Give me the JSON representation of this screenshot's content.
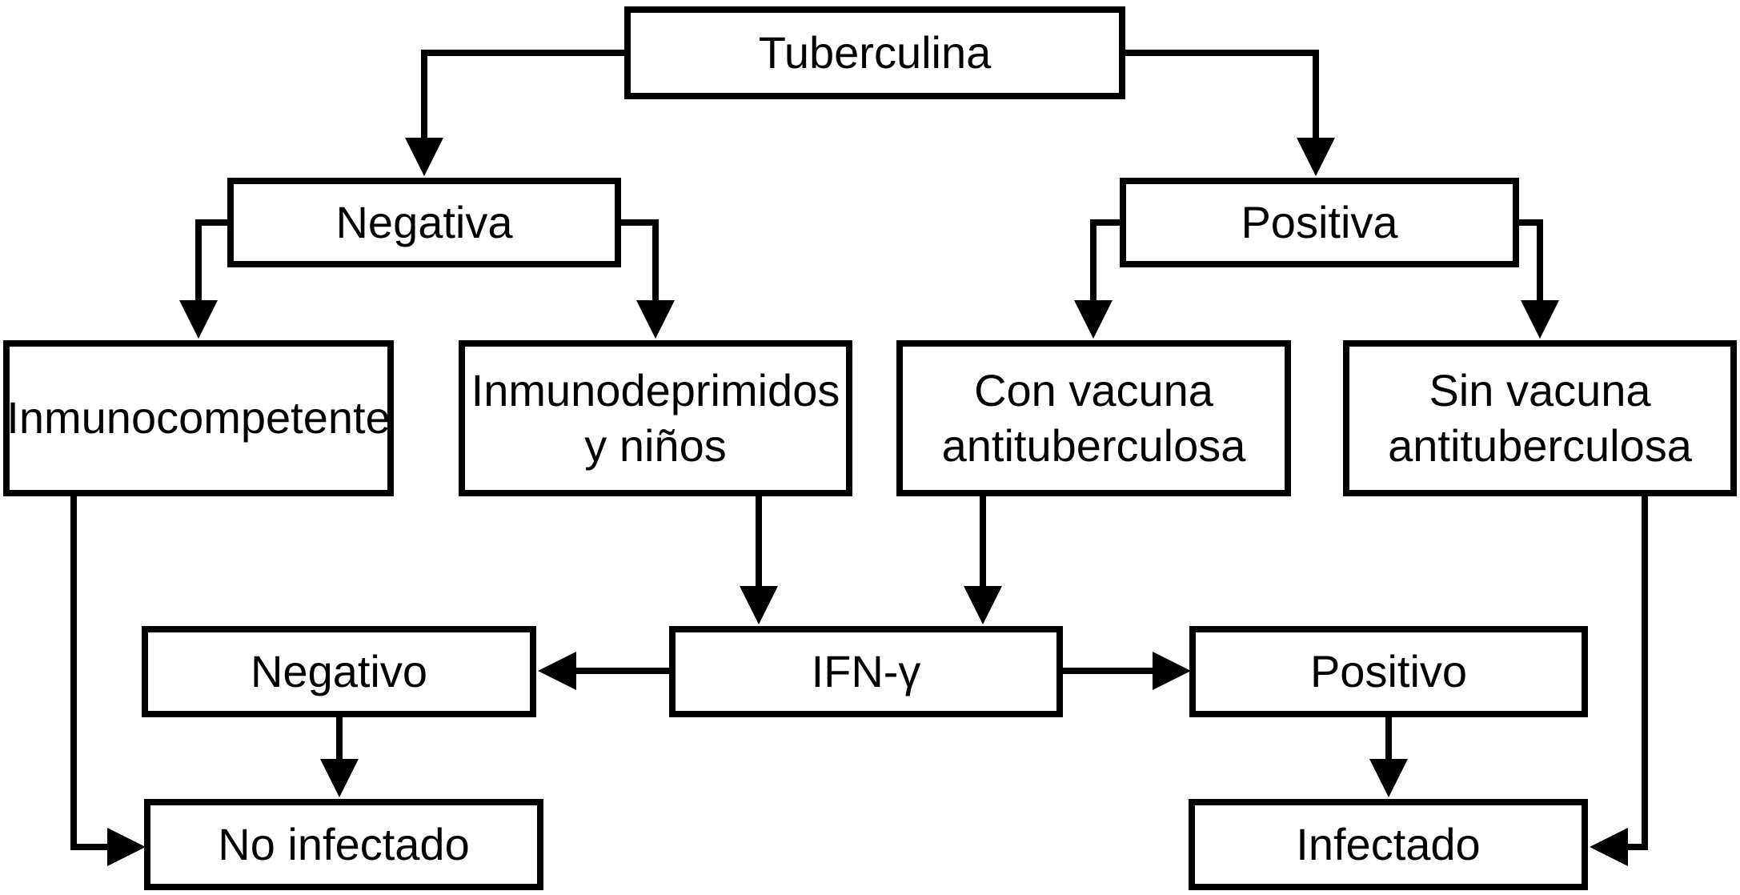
{
  "colors": {
    "ink": "#000000",
    "paper": "#ffffff"
  },
  "nodes": {
    "tuberculina": {
      "label": "Tuberculina"
    },
    "negativa": {
      "label": "Negativa"
    },
    "positiva": {
      "label": "Positiva"
    },
    "inmunocompetente": {
      "label": "Inmunocompetente"
    },
    "inmunodeprimidos": {
      "label": "Inmunodeprimidos y niños"
    },
    "con_vacuna": {
      "label": "Con vacuna antituberculosa"
    },
    "sin_vacuna": {
      "label": "Sin vacuna antituberculosa"
    },
    "ifn_gamma": {
      "label": "IFN-γ"
    },
    "negativo": {
      "label": "Negativo"
    },
    "positivo": {
      "label": "Positivo"
    },
    "no_infectado": {
      "label": "No infectado"
    },
    "infectado": {
      "label": "Infectado"
    }
  },
  "edges": [
    {
      "from": "tuberculina",
      "to": "negativa"
    },
    {
      "from": "tuberculina",
      "to": "positiva"
    },
    {
      "from": "negativa",
      "to": "inmunocompetente"
    },
    {
      "from": "negativa",
      "to": "inmunodeprimidos"
    },
    {
      "from": "positiva",
      "to": "con_vacuna"
    },
    {
      "from": "positiva",
      "to": "sin_vacuna"
    },
    {
      "from": "inmunodeprimidos",
      "to": "ifn_gamma"
    },
    {
      "from": "con_vacuna",
      "to": "ifn_gamma"
    },
    {
      "from": "ifn_gamma",
      "to": "negativo"
    },
    {
      "from": "ifn_gamma",
      "to": "positivo"
    },
    {
      "from": "negativo",
      "to": "no_infectado"
    },
    {
      "from": "positivo",
      "to": "infectado"
    },
    {
      "from": "inmunocompetente",
      "to": "no_infectado"
    },
    {
      "from": "sin_vacuna",
      "to": "infectado"
    }
  ]
}
